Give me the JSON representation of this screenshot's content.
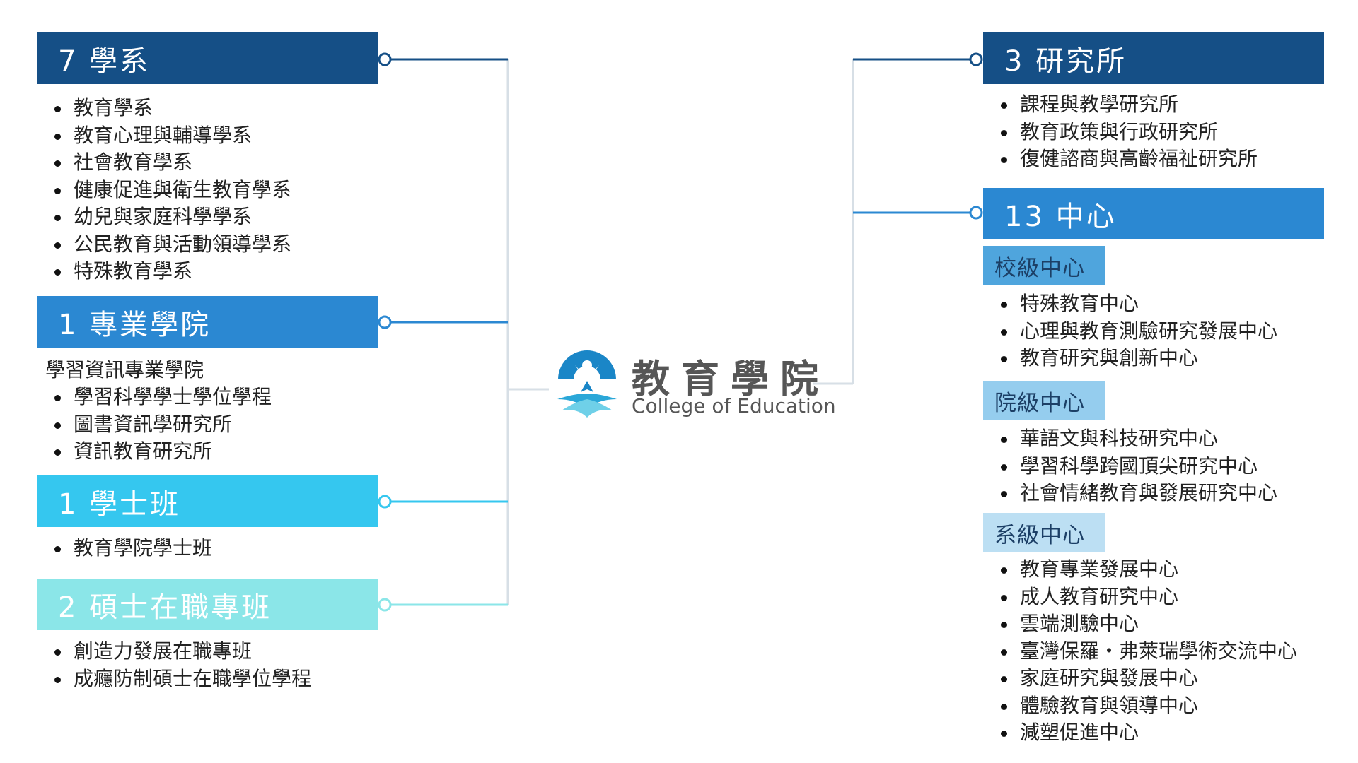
{
  "college": {
    "title": "教育學院",
    "subtitle": "College of Education"
  },
  "left": {
    "departments": {
      "title": "7 學系",
      "items": [
        "教育學系",
        "教育心理與輔導學系",
        "社會教育學系",
        "健康促進與衛生教育學系",
        "幼兒與家庭科學學系",
        "公民教育與活動領導學系",
        "特殊教育學系"
      ]
    },
    "professional_college": {
      "title": "1 專業學院",
      "name": "學習資訊專業學院",
      "items": [
        "學習科學學士學位學程",
        "圖書資訊學研究所",
        "資訊教育研究所"
      ]
    },
    "bachelor": {
      "title": "1 學士班",
      "items": [
        "教育學院學士班"
      ]
    },
    "masters_inservice": {
      "title": "2 碩士在職專班",
      "items": [
        "創造力發展在職專班",
        "成癮防制碩士在職學位學程"
      ]
    }
  },
  "right": {
    "institutes": {
      "title": "3 研究所",
      "items": [
        "課程與教學研究所",
        "教育政策與行政研究所",
        "復健諮商與高齡福祉研究所"
      ]
    },
    "centers": {
      "title": "13 中心",
      "university_level": {
        "title": "校級中心",
        "items": [
          "特殊教育中心",
          "心理與教育測驗研究發展中心",
          "教育研究與創新中心"
        ]
      },
      "college_level": {
        "title": "院級中心",
        "items": [
          "華語文與科技研究中心",
          "學習科學跨國頂尖研究中心",
          "社會情緒教育與發展研究中心"
        ]
      },
      "department_level": {
        "title": "系級中心",
        "items": [
          "教育專業發展中心",
          "成人教育研究中心",
          "雲端測驗中心",
          "臺灣保羅・弗萊瑞學術交流中心",
          "家庭研究與發展中心",
          "體驗教育與領導中心",
          "減塑促進中心"
        ]
      }
    }
  },
  "colors": {
    "navy": "#154f86",
    "blue": "#2b88d2",
    "cyan": "#35c7ef",
    "aqua": "#8be6e8",
    "sub_blue": "#4fa5dd",
    "sub_light": "#95cdee",
    "sub_lighter": "#bcdff3",
    "connector_gray": "#d7dfe6"
  }
}
